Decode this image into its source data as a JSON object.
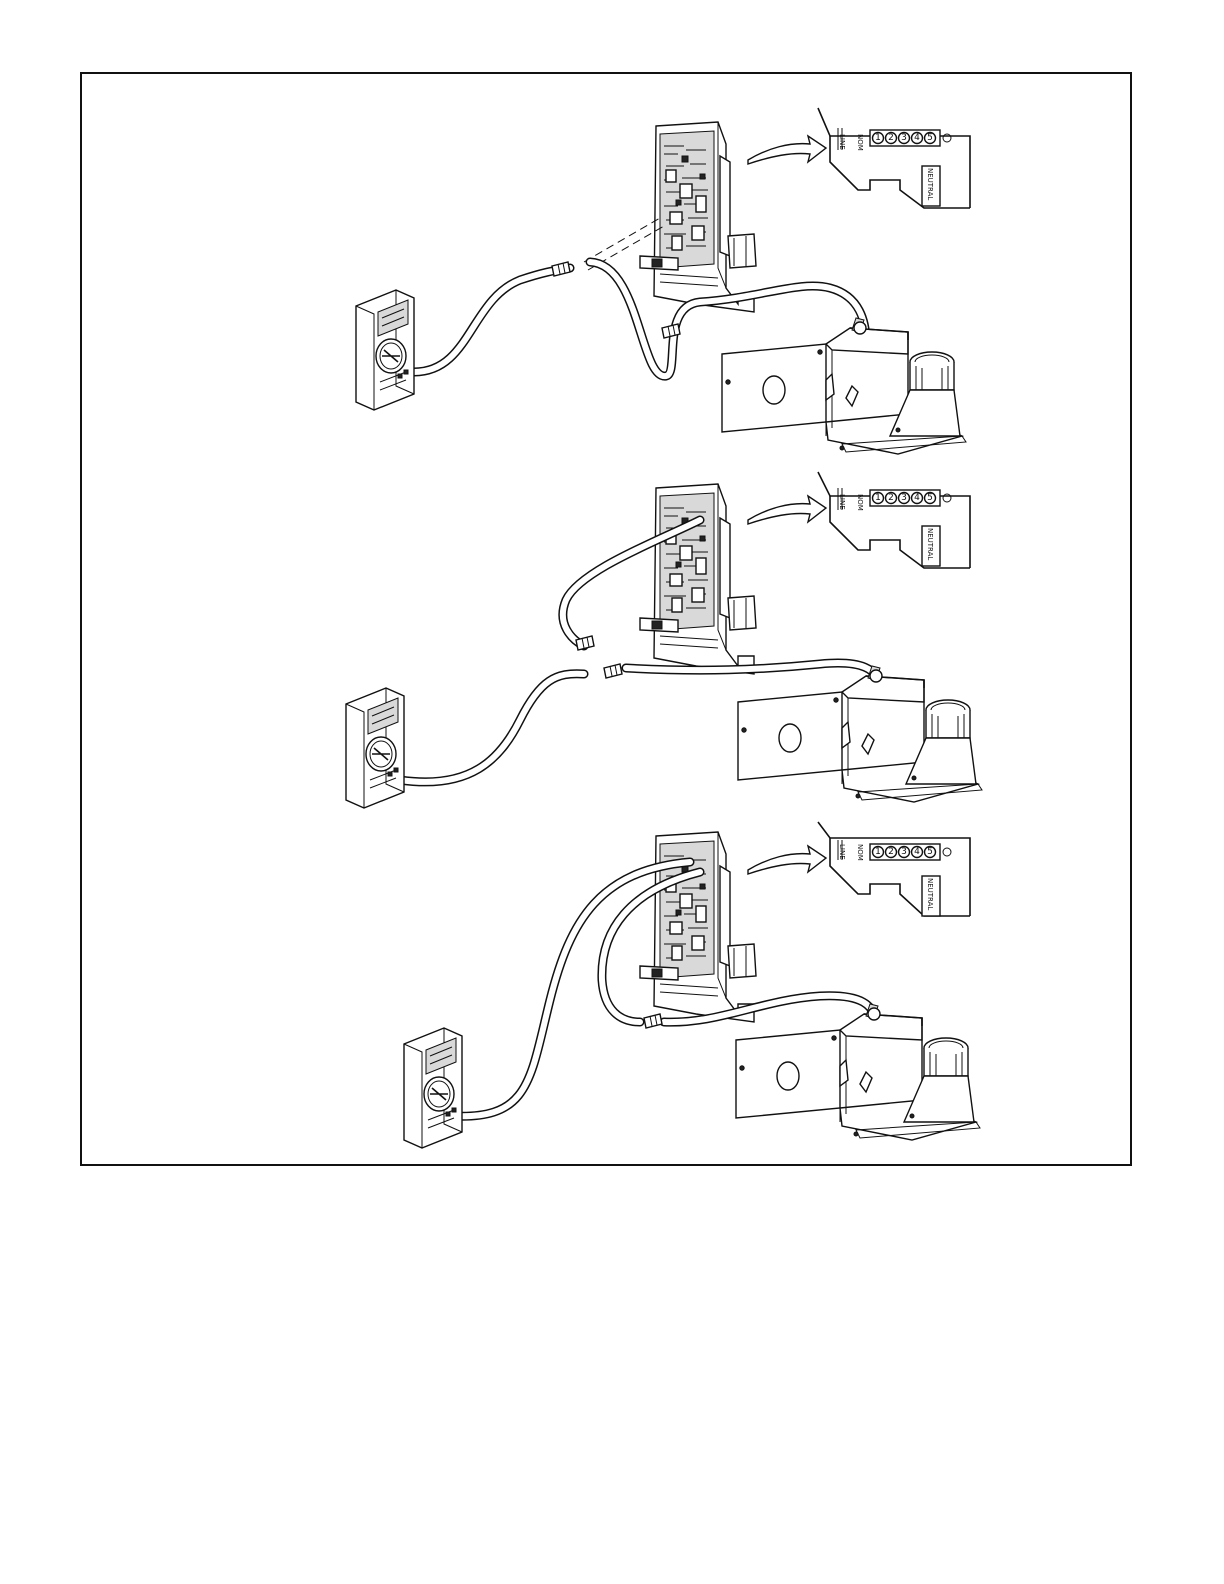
{
  "detail": {
    "line_label": "LINE",
    "nom_label": "NOM",
    "neutral_label": "NEUTRAL",
    "pins": [
      "1",
      "2",
      "3",
      "4",
      "5"
    ]
  },
  "colors": {
    "ink": "#111111",
    "paper": "#ffffff",
    "shade": "#d9d9d9"
  }
}
